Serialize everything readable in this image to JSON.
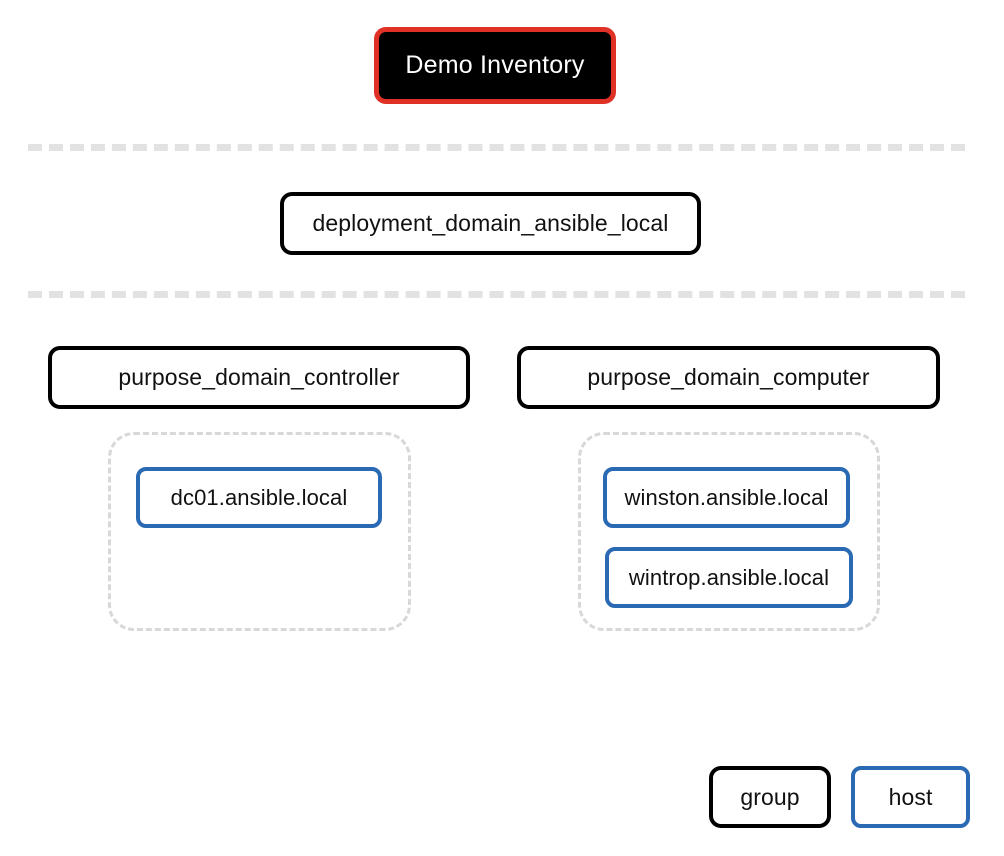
{
  "diagram": {
    "type": "ansible-inventory-tree",
    "title": "Demo Inventory",
    "colors": {
      "root_fill": "#000000",
      "root_border": "#e03127",
      "root_text": "#ffffff",
      "group_border": "#000000",
      "host_border": "#2a6ab4",
      "separator": "#e2e2e2",
      "host_container_border": "#d8d8d8",
      "background": "#ffffff"
    },
    "levels": [
      {
        "level": 0,
        "nodes": [
          {
            "label": "Demo Inventory",
            "kind": "inventory"
          }
        ]
      },
      {
        "level": 1,
        "nodes": [
          {
            "label": "deployment_domain_ansible_local",
            "kind": "group"
          }
        ]
      },
      {
        "level": 2,
        "nodes": [
          {
            "label": "purpose_domain_controller",
            "kind": "group"
          },
          {
            "label": "purpose_domain_computer",
            "kind": "group"
          }
        ]
      }
    ],
    "host_groups": [
      {
        "parent": "purpose_domain_controller",
        "hosts": [
          {
            "label": "dc01.ansible.local",
            "kind": "host"
          }
        ]
      },
      {
        "parent": "purpose_domain_computer",
        "hosts": [
          {
            "label": "winston.ansible.local",
            "kind": "host"
          },
          {
            "label": "wintrop.ansible.local",
            "kind": "host"
          }
        ]
      }
    ],
    "legend": [
      {
        "label": "group",
        "kind": "group"
      },
      {
        "label": "host",
        "kind": "host"
      }
    ]
  }
}
